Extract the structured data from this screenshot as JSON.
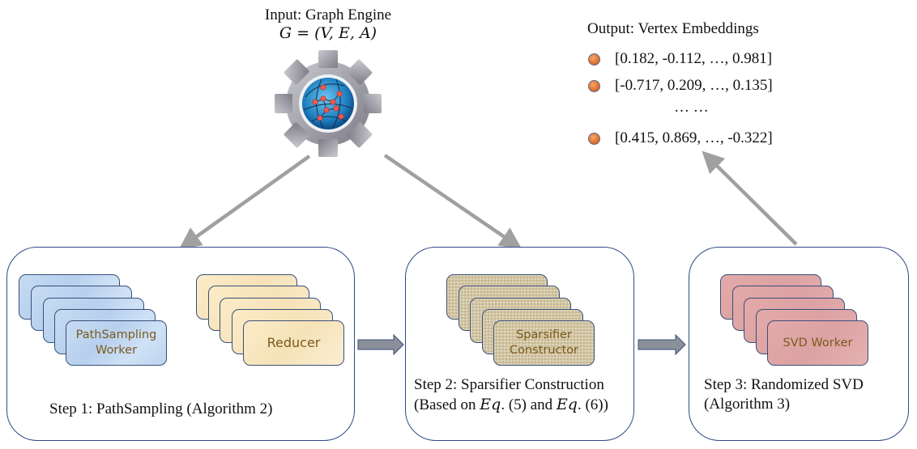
{
  "input": {
    "title": "Input: Graph Engine",
    "equation": "G = (V, E, A)"
  },
  "output": {
    "title": "Output: Vertex Embeddings",
    "embeddings": [
      "[0.182, -0.112, …, 0.981]",
      "[-0.717, 0.209, …, 0.135]",
      "[0.415, 0.869, …, -0.322]"
    ],
    "ellipsis": "… …"
  },
  "steps": [
    {
      "workers_label": [
        "PathSampling",
        "Worker"
      ],
      "reducer_label": "Reducer",
      "caption": "Step 1: PathSampling (Algorithm 2)"
    },
    {
      "worker_label": [
        "Sparsifier",
        "Constructor"
      ],
      "caption_line1": "Step 2: Sparsifier Construction",
      "caption_line2_prefix": "(Based on ",
      "eq1": "Eq",
      "eq1_num": ". (5)",
      "mid": " and ",
      "eq2": "Eq",
      "eq2_num": ". (6))"
    },
    {
      "worker_label": "SVD Worker",
      "caption_line1": "Step 3: Randomized SVD",
      "caption_line2": "(Algorithm 3)"
    }
  ],
  "colors": {
    "stage_border": "#2f4a86",
    "arrow": "#a0a0a0",
    "card_text": "#7a5a1e",
    "dot": "#e0702f"
  }
}
